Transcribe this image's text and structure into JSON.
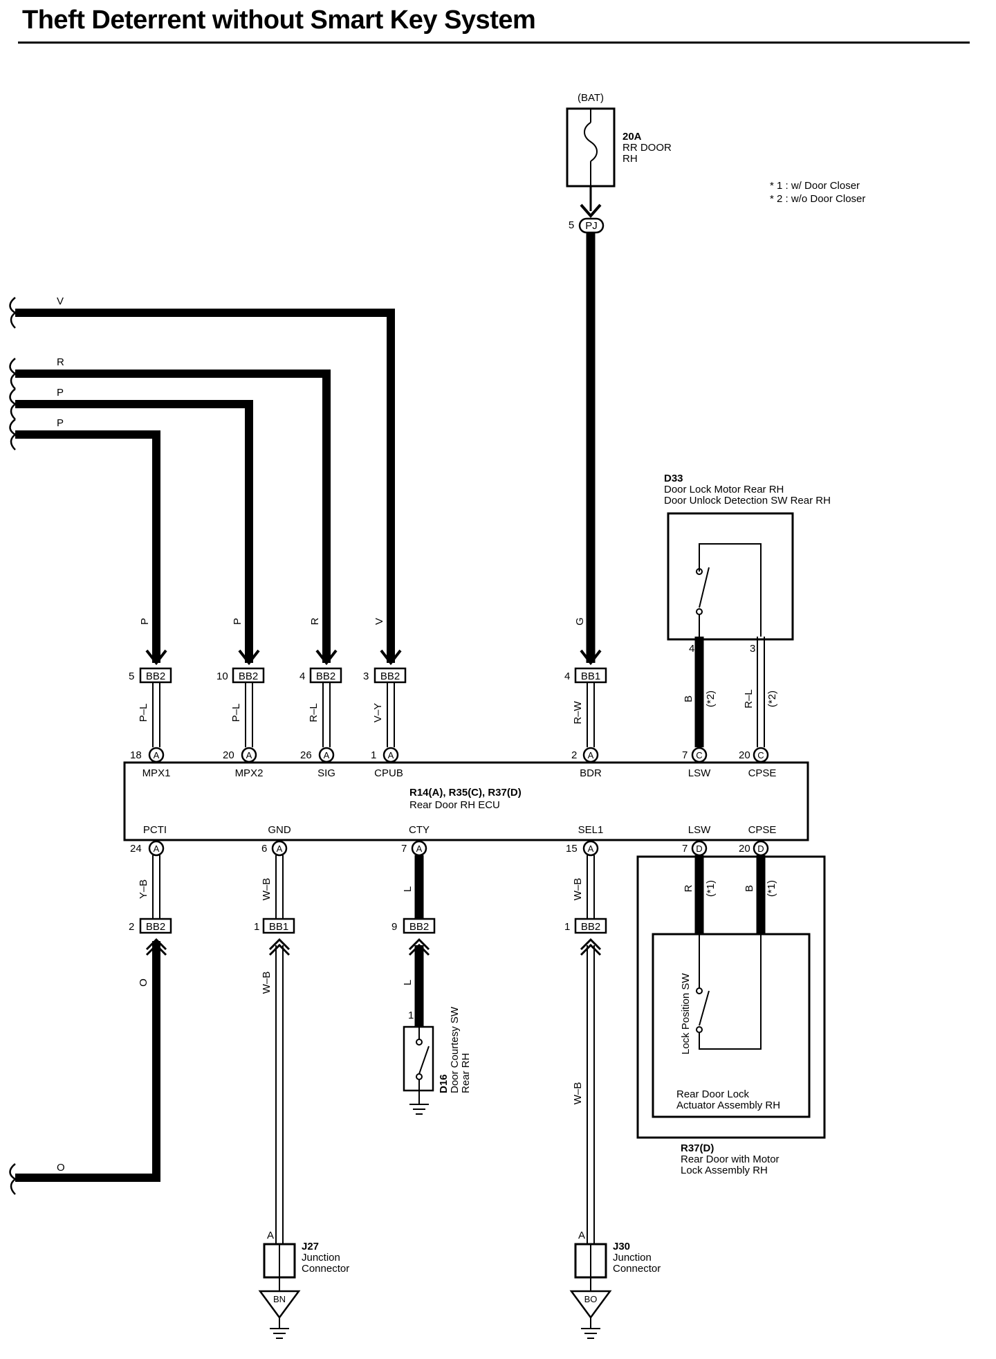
{
  "title": "Theft Deterrent without Smart Key System",
  "notes": [
    "* 1 : w/ Door Closer",
    "* 2 : w/o Door Closer"
  ],
  "fuse": {
    "source": "(BAT)",
    "rating": "20A",
    "name_line1": "RR DOOR",
    "name_line2": "RH",
    "pin": "5",
    "connector": "PJ"
  },
  "incoming_wires": [
    {
      "color": "V",
      "vertical_label": "V"
    },
    {
      "color": "R",
      "vertical_label": "R"
    },
    {
      "color": "P",
      "vertical_label": "P"
    },
    {
      "color": "P",
      "vertical_label": "P"
    },
    {
      "color": "O",
      "vertical_label": "O"
    }
  ],
  "ecu": {
    "id": "R14(A), R35(C), R37(D)",
    "name": "Rear Door RH ECU",
    "top_terminals": [
      {
        "pin": "18",
        "conn": "A",
        "label": "MPX1",
        "jc_pin": "5",
        "jc": "BB2",
        "wire_in": "P",
        "wire_out": "P–L"
      },
      {
        "pin": "20",
        "conn": "A",
        "label": "MPX2",
        "jc_pin": "10",
        "jc": "BB2",
        "wire_in": "P",
        "wire_out": "P–L"
      },
      {
        "pin": "26",
        "conn": "A",
        "label": "SIG",
        "jc_pin": "4",
        "jc": "BB2",
        "wire_in": "R",
        "wire_out": "R–L"
      },
      {
        "pin": "1",
        "conn": "A",
        "label": "CPUB",
        "jc_pin": "3",
        "jc": "BB2",
        "wire_in": "V",
        "wire_out": "V–Y"
      },
      {
        "pin": "2",
        "conn": "A",
        "label": "BDR",
        "jc_pin": "4",
        "jc": "BB1",
        "wire_in": "G",
        "wire_out": "R–W"
      },
      {
        "pin": "7",
        "conn": "C",
        "label": "LSW",
        "wire": "B",
        "note": "(*2)",
        "dev_pin": "4"
      },
      {
        "pin": "20",
        "conn": "C",
        "label": "CPSE",
        "wire": "R–L",
        "note": "(*2)",
        "dev_pin": "3"
      }
    ],
    "bottom_terminals": [
      {
        "pin": "24",
        "conn": "A",
        "label": "PCTI",
        "wire_out": "Y–B",
        "jc_pin": "2",
        "jc": "BB2",
        "wire_in": "O"
      },
      {
        "pin": "6",
        "conn": "A",
        "label": "GND",
        "wire_out": "W–B",
        "jc_pin": "1",
        "jc": "BB1",
        "wire_in": "W–B"
      },
      {
        "pin": "7",
        "conn": "A",
        "label": "CTY",
        "wire_out": "L",
        "jc_pin": "9",
        "jc": "BB2",
        "wire_in": "L"
      },
      {
        "pin": "15",
        "conn": "A",
        "label": "SEL1",
        "wire_out": "W–B",
        "jc_pin": "1",
        "jc": "BB2",
        "wire_in": "W–B"
      },
      {
        "pin": "7",
        "conn": "D",
        "label": "LSW",
        "wire": "R",
        "note": "(*1)"
      },
      {
        "pin": "20",
        "conn": "D",
        "label": "CPSE",
        "wire": "B",
        "note": "(*1)"
      }
    ]
  },
  "d33": {
    "id": "D33",
    "line1": "Door Lock Motor Rear RH",
    "line2": "Door Unlock Detection SW Rear RH"
  },
  "d16": {
    "id": "D16",
    "line1": "Door Courtesy SW",
    "line2": "Rear RH",
    "pin": "1"
  },
  "r37": {
    "id": "R37(D)",
    "line1": "Rear Door with Motor",
    "line2": "Lock Assembly RH",
    "inner_line1": "Rear Door Lock",
    "inner_line2": "Actuator Assembly RH",
    "switch_label": "Lock Position SW"
  },
  "j27": {
    "id": "J27",
    "line1": "Junction",
    "line2": "Connector",
    "pin": "A",
    "ground": "BN"
  },
  "j30": {
    "id": "J30",
    "line1": "Junction",
    "line2": "Connector",
    "pin": "A",
    "ground": "BO"
  }
}
